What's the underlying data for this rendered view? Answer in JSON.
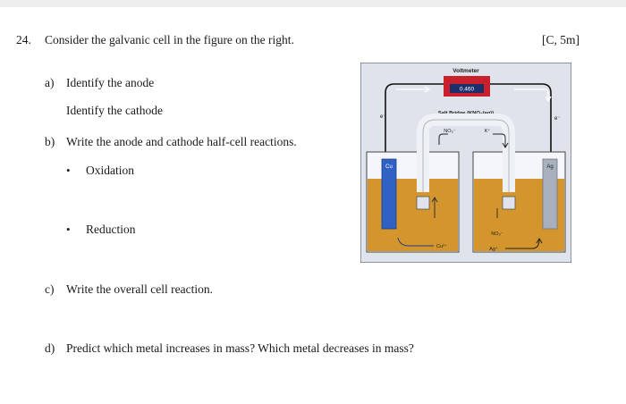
{
  "question": {
    "number": "24.",
    "prompt": "Consider the galvanic cell in the figure on the right.",
    "marks": "[C, 5m]",
    "parts": [
      {
        "label": "a)",
        "text": "Identify the anode"
      },
      {
        "label": "",
        "text": "Identify the cathode"
      },
      {
        "label": "b)",
        "text": "Write the anode and cathode half-cell reactions."
      },
      {
        "label": "•",
        "text": "Oxidation"
      },
      {
        "label": "•",
        "text": "Reduction"
      },
      {
        "label": "c)",
        "text": "Write the overall cell reaction."
      },
      {
        "label": "d)",
        "text": "Predict which metal increases in mass? Which metal decreases in mass?"
      }
    ]
  },
  "figure": {
    "voltmeter_label": "Voltmeter",
    "voltmeter_reading": "0.460",
    "salt_bridge_label": "Salt Bridge (KNO₃(aq))",
    "left_ion_label": "NO₃⁻",
    "right_ion_label": "K⁺",
    "left_electrode_label": "Cu",
    "right_electrode_label": "Ag",
    "left_cation_label": "Cu²⁺",
    "right_anion_label": "NO₃⁻",
    "right_cation_label": "Ag⁺",
    "left_wire_sign": "e⁻",
    "right_wire_sign": "e⁻",
    "colors": {
      "frame_bg": "#dfe3ec",
      "voltmeter_red": "#c8212b",
      "voltmeter_display": "#1d2f6b",
      "solution_orange": "#d4962c",
      "electrode_cu": "#2f62c4",
      "electrode_ag": "#a9b0bd"
    }
  }
}
